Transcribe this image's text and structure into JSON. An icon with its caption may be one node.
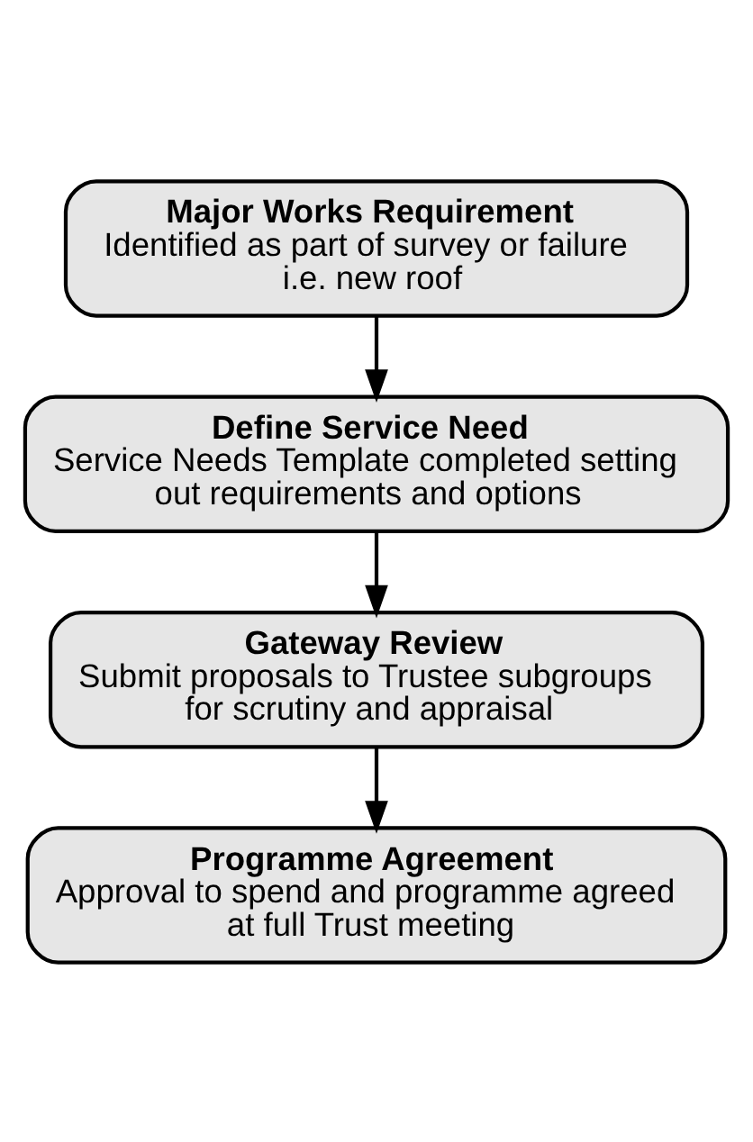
{
  "diagram": {
    "nodes": [
      {
        "text": [
          "Major Works Requirement",
          "Identified as part of survey or failure i.e. new roof"
        ]
      },
      {
        "text": [
          "Define Service Need",
          "Service Needs Template completed setting out requirements and options"
        ]
      },
      {
        "text": [
          "Gateway Review",
          "Submit proposals to Trustee subgroups for scrutiny and appraisal"
        ]
      },
      {
        "text": [
          "Programme Agreement",
          "Approval to spend and programme agreed at full Trust meeting"
        ]
      }
    ],
    "edges": [
      {
        "from": 0,
        "to": 1,
        "arrow": "to"
      },
      {
        "from": 1,
        "to": 2,
        "arrow": "to"
      },
      {
        "from": 2,
        "to": 3,
        "arrow": "to"
      }
    ]
  }
}
